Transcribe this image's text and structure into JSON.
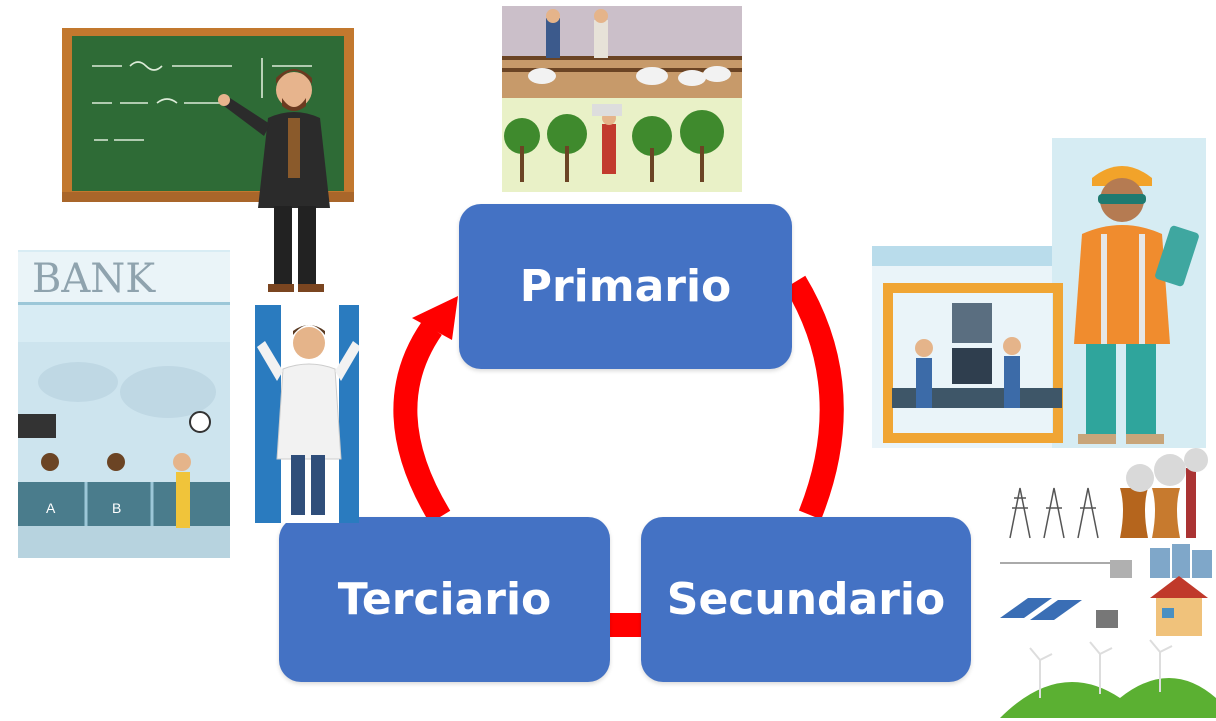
{
  "cycle": {
    "nodes": [
      {
        "label": "Primario"
      },
      {
        "label": "Secundario"
      },
      {
        "label": "Terciario"
      }
    ],
    "colors": {
      "box": "#4472C4",
      "arrow": "#FF0000",
      "text": "#FFFFFF"
    }
  },
  "illustrations": {
    "bank_sign": "BANK",
    "counter_a": "A",
    "counter_b": "B",
    "icons": [
      "teacher-at-chalkboard-illustration",
      "farming-illustration",
      "factory-worker-illustration",
      "energy-infrastructure-illustration",
      "bank-interior-illustration",
      "doctor-illustration"
    ]
  }
}
